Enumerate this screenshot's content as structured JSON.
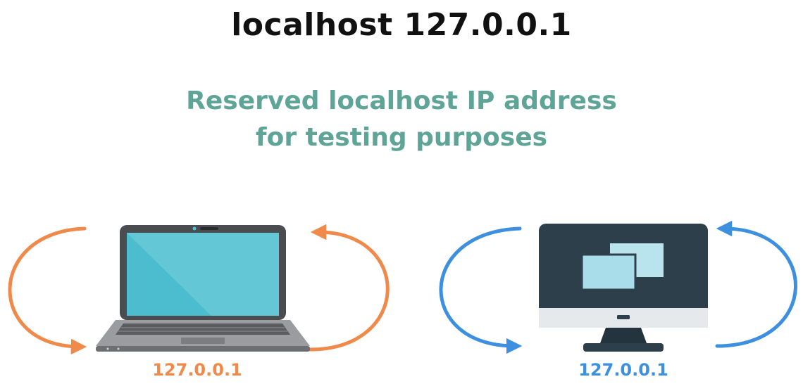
{
  "title": "localhost 127.0.0.1",
  "subtitle": "Reserved localhost IP address for testing purposes",
  "laptop": {
    "ip_label": "127.0.0.1",
    "loop_color": "#f08a4b"
  },
  "desktop": {
    "ip_label": "127.0.0.1",
    "loop_color": "#3d8fe0"
  }
}
